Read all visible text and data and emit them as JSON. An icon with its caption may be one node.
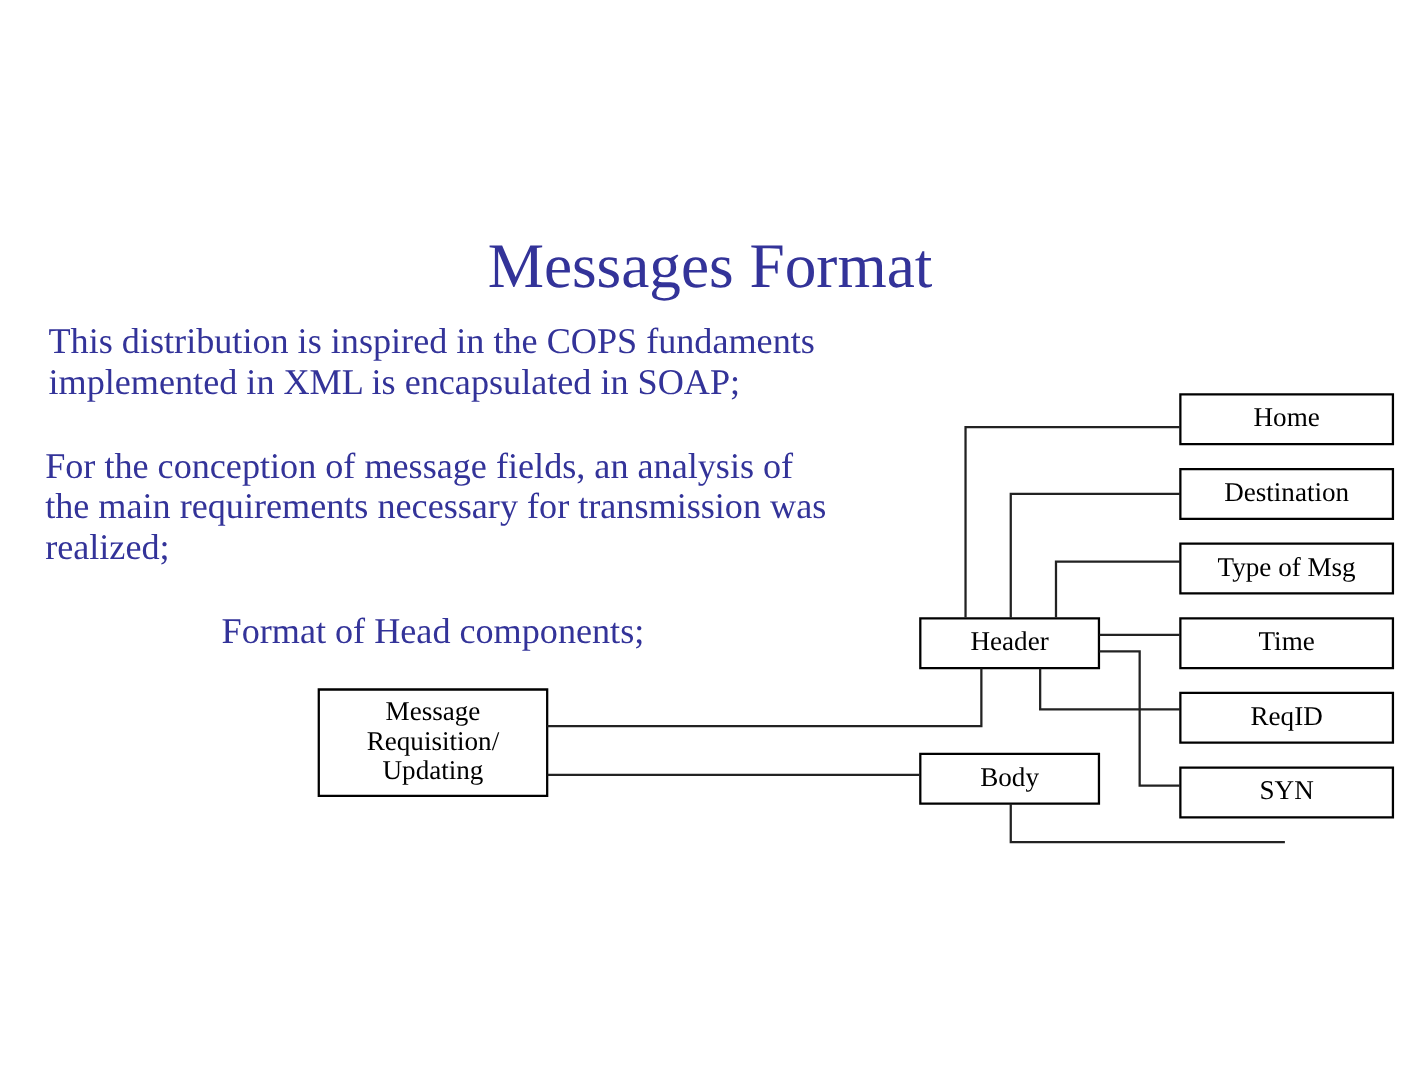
{
  "diagram": {
    "title": "Messages Format",
    "nodes": [
      {
        "text": [
          "Message Requisition/ Updating"
        ]
      },
      {
        "text": [
          "Header"
        ]
      },
      {
        "text": [
          "Body"
        ]
      },
      {
        "text": [
          "Home"
        ]
      },
      {
        "text": [
          "Destination"
        ]
      },
      {
        "text": [
          "Type of Msg"
        ]
      },
      {
        "text": [
          "Time"
        ]
      },
      {
        "text": [
          "ReqID"
        ]
      },
      {
        "text": [
          "SYN"
        ]
      }
    ],
    "edges": [
      {
        "from": 0,
        "to": 1,
        "arrow": "none"
      },
      {
        "from": 0,
        "to": 2,
        "arrow": "none"
      },
      {
        "from": 1,
        "to": 3,
        "arrow": "none"
      },
      {
        "from": 1,
        "to": 4,
        "arrow": "none"
      },
      {
        "from": 1,
        "to": 5,
        "arrow": "none"
      },
      {
        "from": 1,
        "to": 6,
        "arrow": "none"
      },
      {
        "from": 1,
        "to": 7,
        "arrow": "none"
      },
      {
        "from": 1,
        "to": 8,
        "arrow": "none"
      },
      {
        "from": 2,
        "to": null,
        "arrow": "none"
      }
    ],
    "labels": [
      "This distribution is inspired in the COPS fundaments implemented in XML is encapsulated in SOAP;",
      "For the conception of message fields, an analysis of the main requirements necessary for transmission was realized;",
      "Format of Head components;"
    ]
  }
}
